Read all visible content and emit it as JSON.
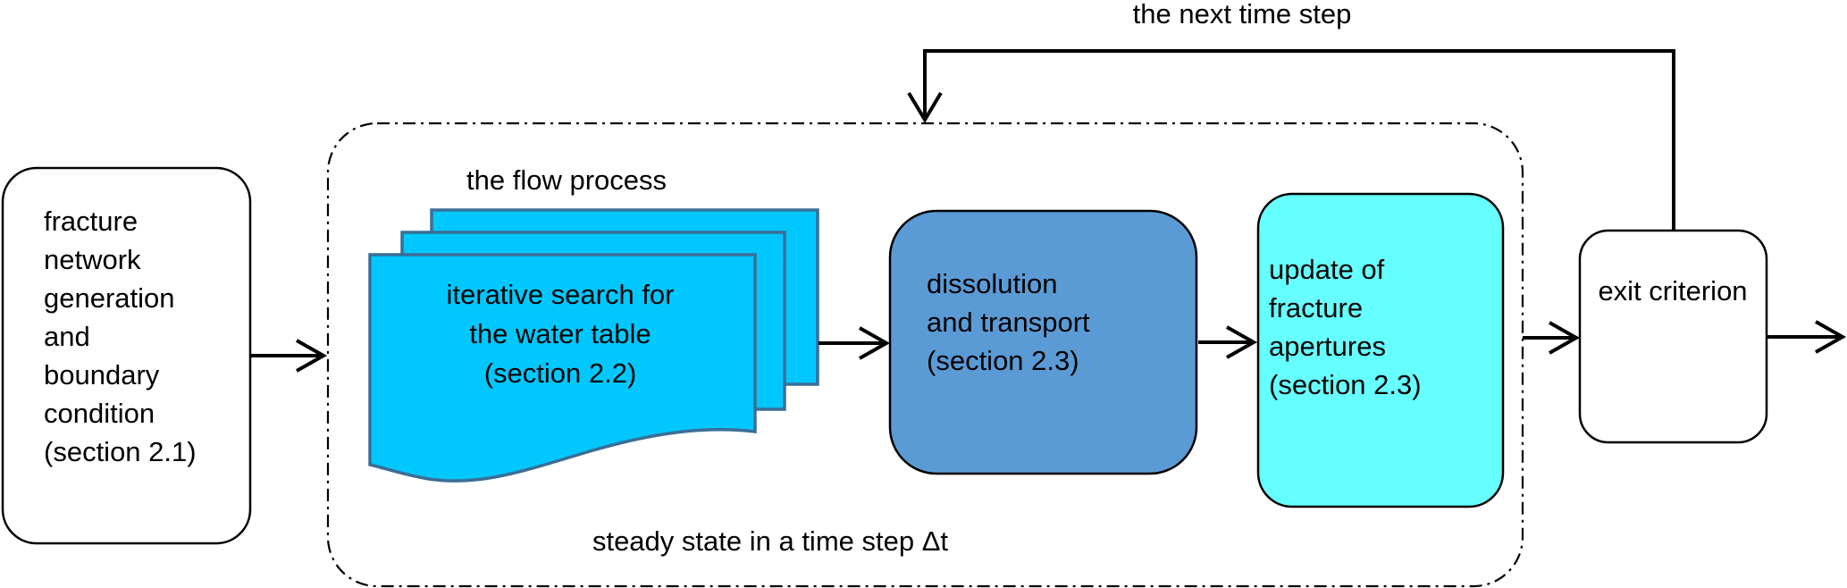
{
  "loop_label": "the next time step",
  "boxes": {
    "generation": [
      "fracture",
      "network",
      "generation",
      "and",
      "boundary",
      "condition",
      "(section 2.1)"
    ],
    "flow": [
      "iterative search for",
      "the water table",
      "(section 2.2)"
    ],
    "dissolution": [
      "dissolution",
      "and transport",
      "(section 2.3)"
    ],
    "update": [
      "update of",
      "fracture",
      "apertures",
      "(section 2.3)"
    ],
    "exit": [
      "exit criterion"
    ]
  },
  "flow_process_label": "the flow process",
  "steady_state_label": "steady state in a time step Δt",
  "colors": {
    "flow_fill": "#00c8ff",
    "flow_stroke": "#3a6e96",
    "dissolution_fill": "#5b9bd5",
    "update_fill": "#66ffff",
    "line": "#000000"
  }
}
